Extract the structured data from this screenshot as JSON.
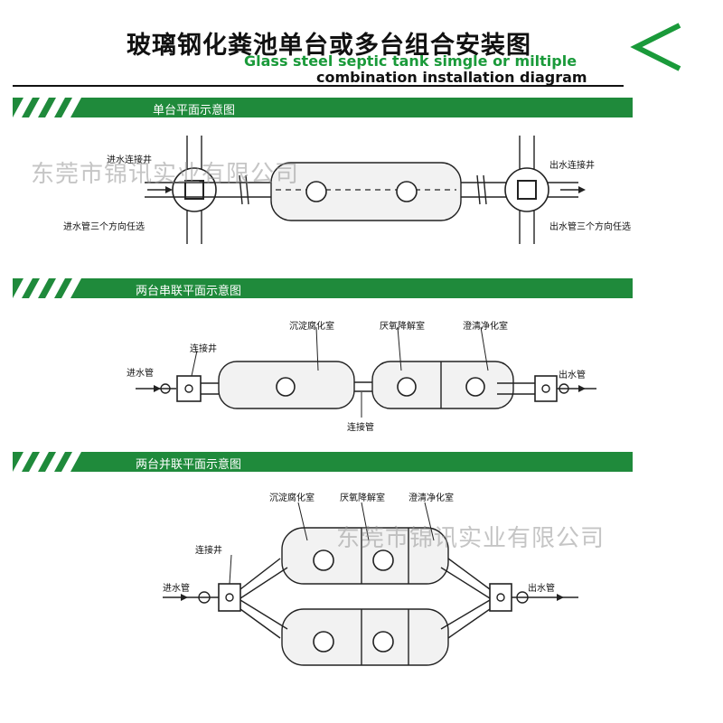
{
  "header": {
    "title_cn": "玻璃钢化粪池单台或多台组合安装图",
    "title_en_line1": "Glass steel septic tank simgle or miltiple",
    "title_en_line2": "combination installation diagram",
    "accent_color": "#1a9a3a"
  },
  "sections": [
    {
      "label": "单台平面示意图",
      "labels": {
        "inlet_well": "进水连接井",
        "inlet_pipe": "进水管三个方向任选",
        "outlet_well": "出水连接井",
        "outlet_pipe": "出水管三个方向任选"
      }
    },
    {
      "label": "两台串联平面示意图",
      "labels": {
        "chamber1": "沉淀腐化室",
        "chamber2": "厌氧降解室",
        "chamber3": "澄清净化室",
        "well": "连接井",
        "inlet": "进水管",
        "outlet": "出水管",
        "connector": "连接管"
      }
    },
    {
      "label": "两台并联平面示意图",
      "labels": {
        "chamber1": "沉淀腐化室",
        "chamber2": "厌氧降解室",
        "chamber3": "澄清净化室",
        "well": "连接井",
        "inlet": "进水管",
        "outlet": "出水管"
      }
    }
  ],
  "watermark": "东莞市锦讯实业有限公司",
  "colors": {
    "section_bar": "#1f8a3b",
    "text_dark": "#111111"
  }
}
